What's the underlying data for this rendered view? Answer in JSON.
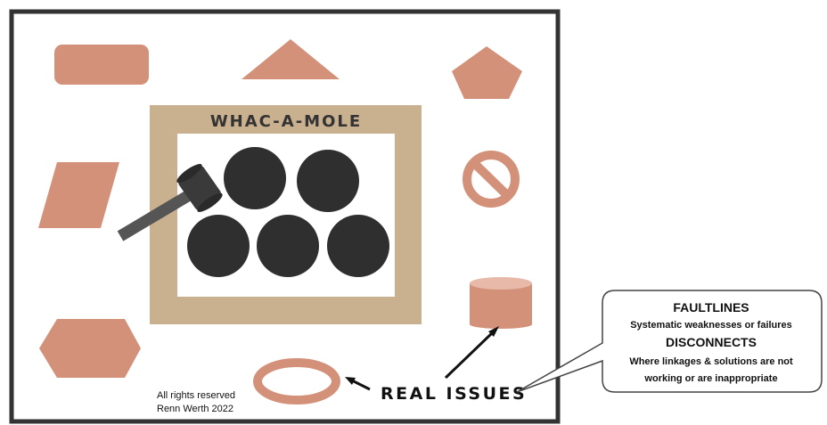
{
  "game": {
    "title": "WHAC-A-MOLE",
    "mole_count": 5
  },
  "labels": {
    "real_issues": "REAL ISSUES"
  },
  "callout": {
    "heading_1": "FAULTLINES",
    "text_1": "Systematic weaknesses or failures",
    "heading_2": "DISCONNECTS",
    "text_2a": "Where linkages & solutions are not",
    "text_2b": "working or are inappropriate"
  },
  "copyright": {
    "line_1": "All rights reserved",
    "line_2": "Renn Werth 2022"
  },
  "shapes": [
    "rounded-rectangle",
    "triangle",
    "pentagon",
    "parallelogram",
    "no-symbol",
    "cylinder",
    "hexagon",
    "ring"
  ],
  "colors": {
    "shape_fill": "#D4917A",
    "cylinder_top": "#E8B9A8",
    "board_frame": "#C9B08E",
    "mole": "#2F2F2F",
    "hammer": "#3A3A3A",
    "hammer_handle": "#555555",
    "border": "#333333"
  }
}
